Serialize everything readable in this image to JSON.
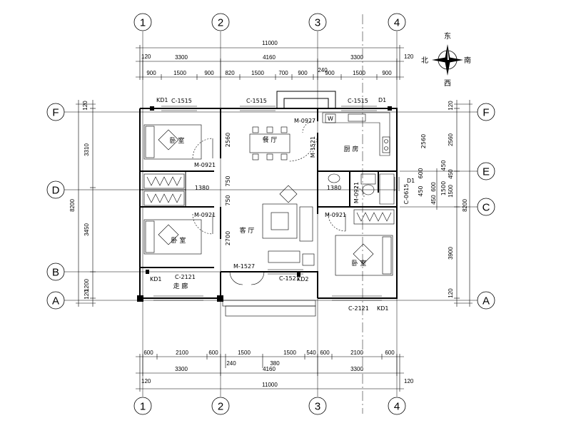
{
  "axes": {
    "columns": [
      "1",
      "2",
      "3",
      "4"
    ],
    "rows_left": [
      "F",
      "D",
      "B",
      "A"
    ],
    "rows_right": [
      "F",
      "E",
      "C",
      "A"
    ]
  },
  "dims_top": {
    "total": "11000",
    "edge_left": "120",
    "edge_right": "120",
    "bays": [
      "3300",
      "4160",
      "3300"
    ],
    "detail": [
      "900",
      "1500",
      "900",
      "820",
      "1500",
      "700",
      "900",
      "240",
      "1500",
      "900",
      "900"
    ]
  },
  "dims_bottom": {
    "total": "11000",
    "edge_left": "120",
    "edge_right": "120",
    "bays": [
      "3300",
      "4160",
      "3300"
    ],
    "detail": [
      "600",
      "2100",
      "600",
      "1500",
      "1500",
      "540",
      "600",
      "2100",
      "600"
    ],
    "extra": [
      "240",
      "380"
    ]
  },
  "dims_left": {
    "total": "8200",
    "segments": [
      "120",
      "3310",
      "3450",
      "1200",
      "120"
    ]
  },
  "dims_right": {
    "total": "8200",
    "segments": [
      "120",
      "2560",
      "450",
      "1500",
      "3900",
      "120"
    ],
    "minor": [
      "600",
      "450"
    ]
  },
  "compass": {
    "east": "东",
    "south": "南",
    "west": "西",
    "north": "北"
  },
  "rooms": {
    "bedroom_1": "卧 室",
    "bedroom_2": "卧 室",
    "bedroom_3": "卧 室",
    "dining": "餐 厅",
    "kitchen": "厨 房",
    "living": "客 厅",
    "corridor": "走 廊"
  },
  "labels": {
    "kd1_tl": "KD1",
    "c1515_a": "C-1515",
    "c1515_b": "C-1515",
    "c1515_c": "C-1515",
    "d1_top": "D1",
    "m0921_a": "M-0921",
    "m0921_b": "M-0921",
    "m0921_c": "M-0921",
    "m0921_v": "M-0921",
    "m0927": "M-0927",
    "m1521": "M-1521",
    "m1527": "M-1527",
    "c1521": "C-1521",
    "kd2": "KD2",
    "kd1_bl": "KD1",
    "c2121_a": "C-2121",
    "c2121_b": "C-2121",
    "kd1_br": "KD1",
    "d1_right": "D1",
    "c0615": "C-0615",
    "d2560": "2560",
    "d750_a": "750",
    "d750_b": "750",
    "d2700": "2700",
    "d1380_a": "1380",
    "d1380_b": "1380",
    "d2560_r": "2560",
    "d450_r": "450",
    "d1500_r": "1500",
    "d600_r": "600",
    "d450_r2": "450",
    "w_mark": "W"
  }
}
